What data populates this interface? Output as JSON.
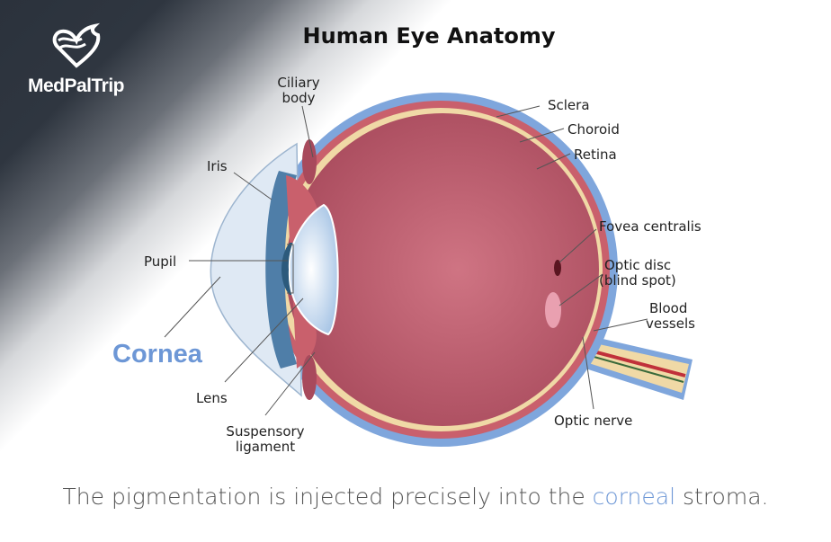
{
  "logo": {
    "text": "MedPalTrip"
  },
  "title": "Human Eye Anatomy",
  "labels": {
    "ciliary_1": "Ciliary",
    "ciliary_2": "body",
    "iris": "Iris",
    "pupil": "Pupil",
    "lens": "Lens",
    "suspensory_1": "Suspensory",
    "suspensory_2": "ligament",
    "sclera": "Sclera",
    "choroid": "Choroid",
    "retina": "Retina",
    "fovea": "Fovea centralis",
    "optic_disc_1": "Optic disc",
    "optic_disc_2": "(blind spot)",
    "blood_1": "Blood",
    "blood_2": "vessels",
    "optic_nerve": "Optic nerve"
  },
  "highlight": "Cornea",
  "caption": {
    "before": "The pigmentation is injected precisely into the ",
    "highlight": "corneal",
    "after": " stroma."
  },
  "colors": {
    "accent": "#6d97d6",
    "sclera": "#7fa6dc",
    "choroid": "#c9606c",
    "retina": "#f0d9a6",
    "vitreous": "#b85a6a"
  }
}
